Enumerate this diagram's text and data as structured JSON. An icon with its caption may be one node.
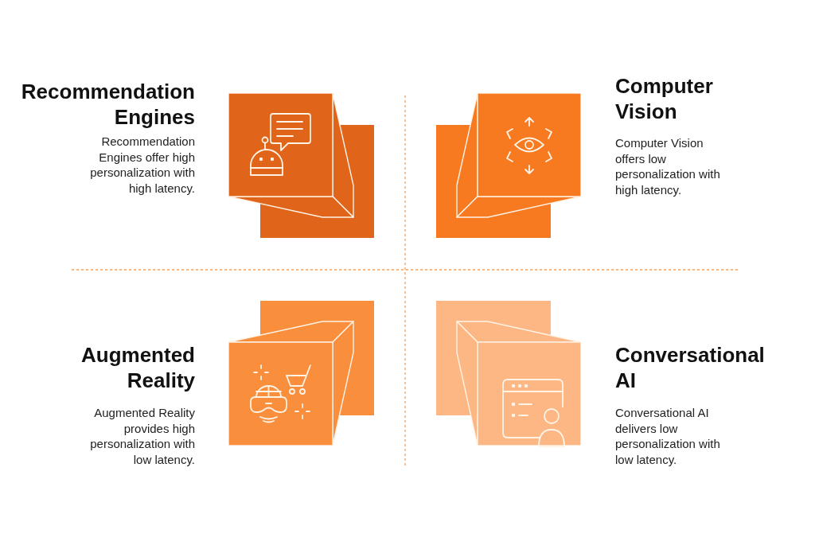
{
  "diagram": {
    "labels": [
      "Recommendation Engines",
      "Recommendation Engines offer high personalization with high latency.",
      "Computer Vision",
      "Computer Vision offers low personalization with high latency.",
      "Augmented Reality",
      "Augmented Reality provides high personalization with low latency.",
      "Conversational AI",
      "Conversational AI delivers low personalization with low latency."
    ]
  }
}
